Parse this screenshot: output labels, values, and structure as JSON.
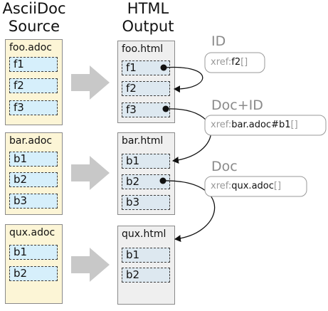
{
  "headings": {
    "source": [
      "AsciiDoc",
      "Source"
    ],
    "output": [
      "HTML",
      "Output"
    ]
  },
  "sources": [
    {
      "title": "foo.adoc",
      "fragments": [
        "f1",
        "f2",
        "f3"
      ]
    },
    {
      "title": "bar.adoc",
      "fragments": [
        "b1",
        "b2",
        "b3"
      ]
    },
    {
      "title": "qux.adoc",
      "fragments": [
        "b1",
        "b2"
      ]
    }
  ],
  "outputs": [
    {
      "title": "foo.html",
      "fragments": [
        "f1",
        "f2",
        "f3"
      ]
    },
    {
      "title": "bar.html",
      "fragments": [
        "b1",
        "b2",
        "b3"
      ]
    },
    {
      "title": "qux.html",
      "fragments": [
        "b1",
        "b2"
      ]
    }
  ],
  "xrefs": [
    {
      "kind": "ID",
      "prefix": "xref:",
      "target": "f2",
      "brackets": "[]"
    },
    {
      "kind": "Doc+ID",
      "prefix": "xref:",
      "target": "bar.adoc#b1",
      "brackets": "[]"
    },
    {
      "kind": "Doc",
      "prefix": "xref:",
      "target": "qux.adoc",
      "brackets": "[]"
    }
  ],
  "colors": {
    "source_fill": "#fcf5d6",
    "output_fill": "#efefef",
    "fragment_fill": "#d6effb",
    "arrow_gray": "#c8c8c8",
    "label_gray": "#8a8a8a"
  }
}
